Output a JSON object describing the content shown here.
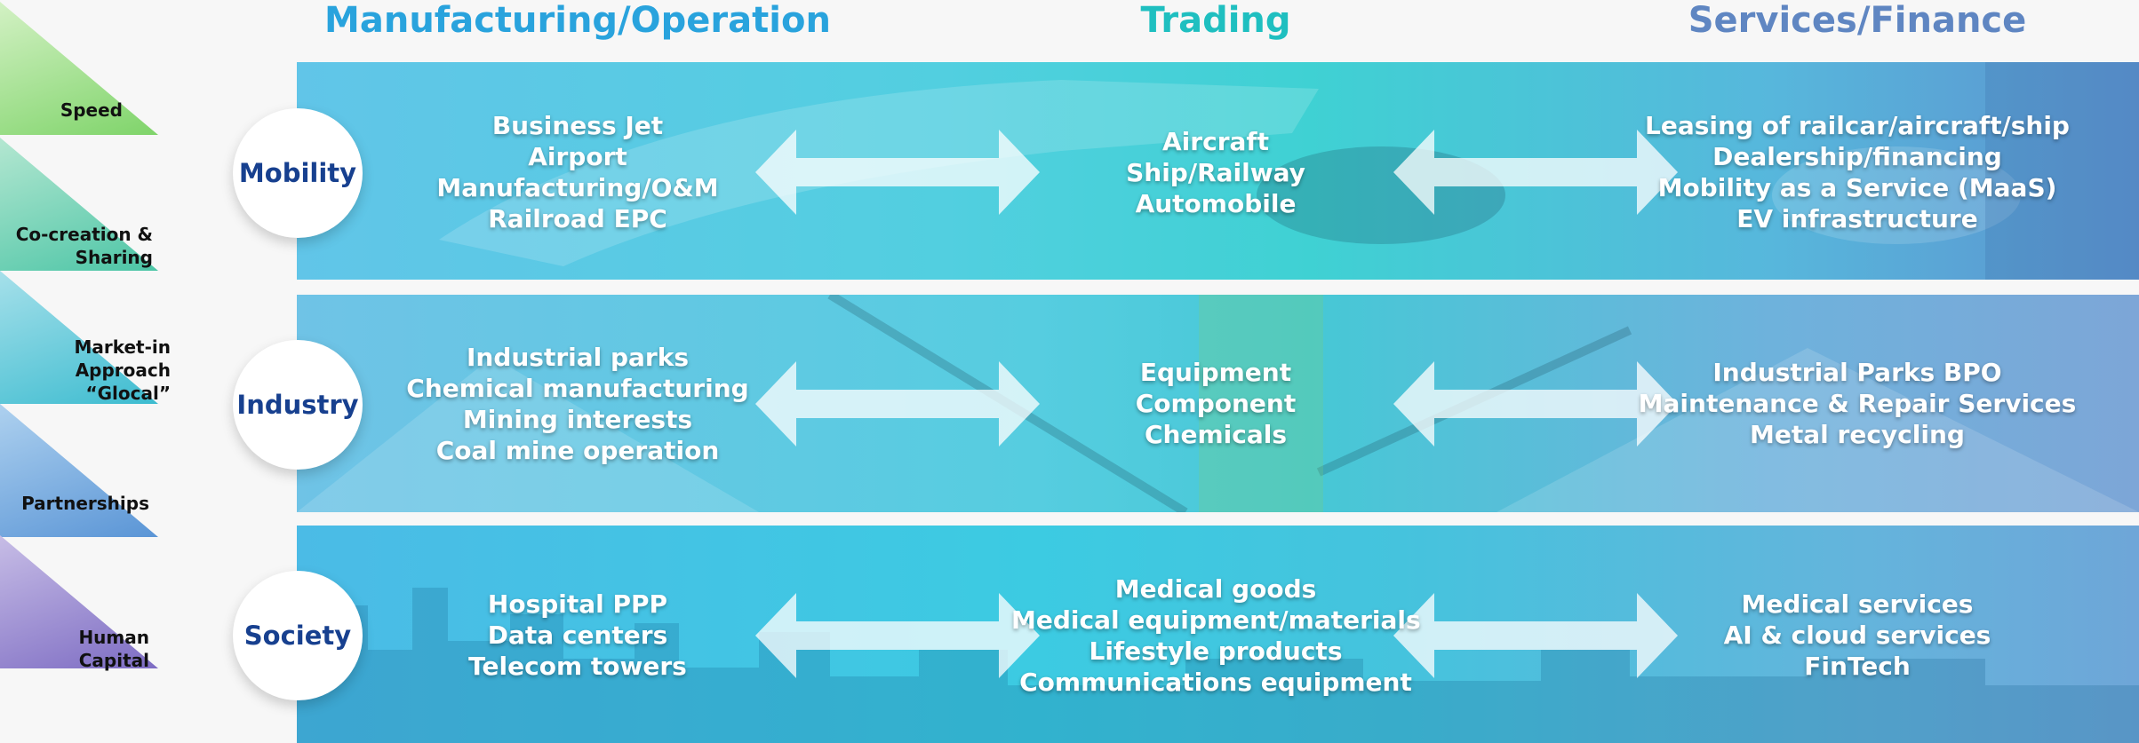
{
  "headers": {
    "manufacturing": "Manufacturing/Operation",
    "trading": "Trading",
    "services": "Services/Finance"
  },
  "sidebar": {
    "items": [
      {
        "label": "Speed"
      },
      {
        "label": "Co-creation &\nSharing"
      },
      {
        "label": "Market-in\nApproach\n“Glocal”"
      },
      {
        "label": "Partnerships"
      },
      {
        "label": "Human Capital"
      }
    ]
  },
  "rows": [
    {
      "name": "Mobility",
      "manufacturing": [
        "Business Jet",
        "Airport",
        "Manufacturing/O&M",
        "Railroad EPC"
      ],
      "trading": [
        "Aircraft",
        "Ship/Railway",
        "Automobile"
      ],
      "services": [
        "Leasing of railcar/aircraft/ship",
        "Dealership/financing",
        "Mobility as a Service (MaaS)",
        "EV infrastructure"
      ]
    },
    {
      "name": "Industry",
      "manufacturing": [
        "Industrial parks",
        "Chemical manufacturing",
        "Mining interests",
        "Coal mine operation"
      ],
      "trading": [
        "Equipment",
        "Component",
        "Chemicals"
      ],
      "services": [
        "Industrial Parks BPO",
        "Maintenance & Repair Services",
        "Metal recycling"
      ]
    },
    {
      "name": "Society",
      "manufacturing": [
        "Hospital PPP",
        "Data centers",
        "Telecom towers"
      ],
      "trading": [
        "Medical goods",
        "Medical equipment/materials",
        "Lifestyle products",
        "Communications equipment"
      ],
      "services": [
        "Medical services",
        "AI & cloud services",
        "FinTech"
      ]
    }
  ],
  "colors": {
    "manufacturing_header": "#29a3dd",
    "trading_header": "#1fbfc0",
    "services_header": "#5f86c2",
    "circle_text": "#17408f"
  }
}
